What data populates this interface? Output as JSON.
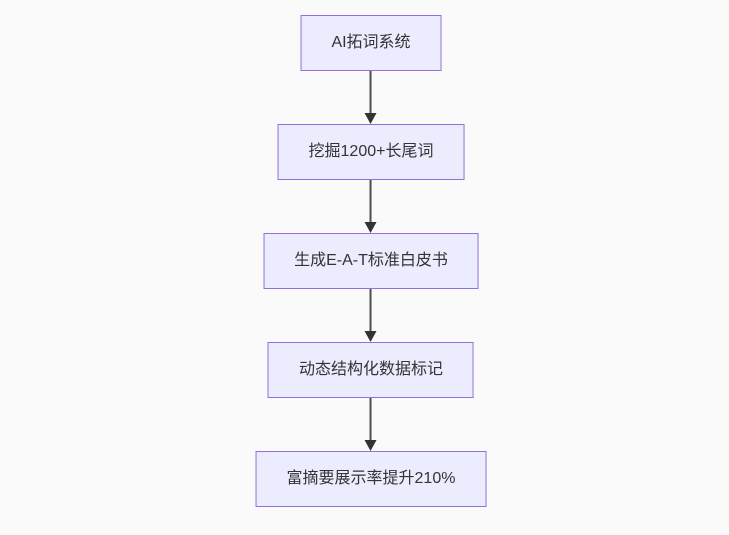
{
  "diagram": {
    "type": "flowchart",
    "direction": "top-down",
    "nodes": [
      {
        "id": "n1",
        "label": "AI拓词系统"
      },
      {
        "id": "n2",
        "label": "挖掘1200+长尾词"
      },
      {
        "id": "n3",
        "label": "生成E-A-T标准白皮书"
      },
      {
        "id": "n4",
        "label": "动态结构化数据标记"
      },
      {
        "id": "n5",
        "label": "富摘要展示率提升210%"
      }
    ],
    "edges": [
      {
        "from": "n1",
        "to": "n2"
      },
      {
        "from": "n2",
        "to": "n3"
      },
      {
        "from": "n3",
        "to": "n4"
      },
      {
        "from": "n4",
        "to": "n5"
      }
    ],
    "colors": {
      "background": "#fafafa",
      "node_fill": "#ECECFF",
      "node_border": "#9370DB",
      "node_text": "#333333",
      "edge_line": "#4d4d4d",
      "arrowhead": "#333333"
    }
  }
}
